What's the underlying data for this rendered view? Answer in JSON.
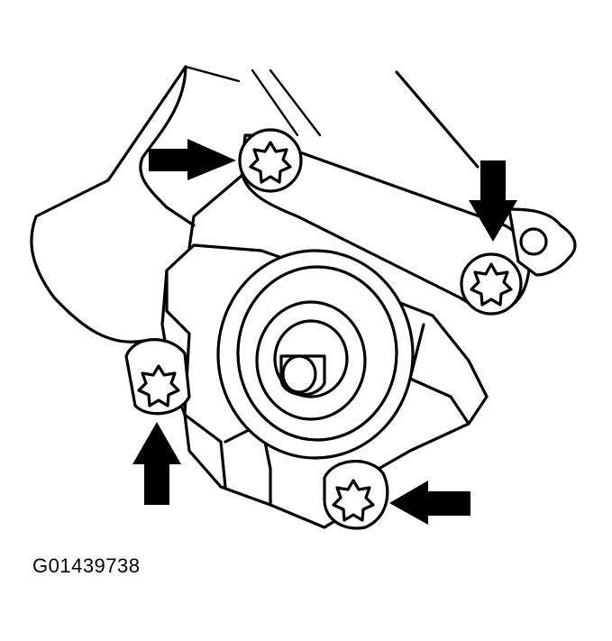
{
  "diagram": {
    "figure_id": "G01439738",
    "bolt_count": 4,
    "arrow_count": 4,
    "colors": {
      "line": "#000000",
      "background": "#ffffff"
    }
  }
}
